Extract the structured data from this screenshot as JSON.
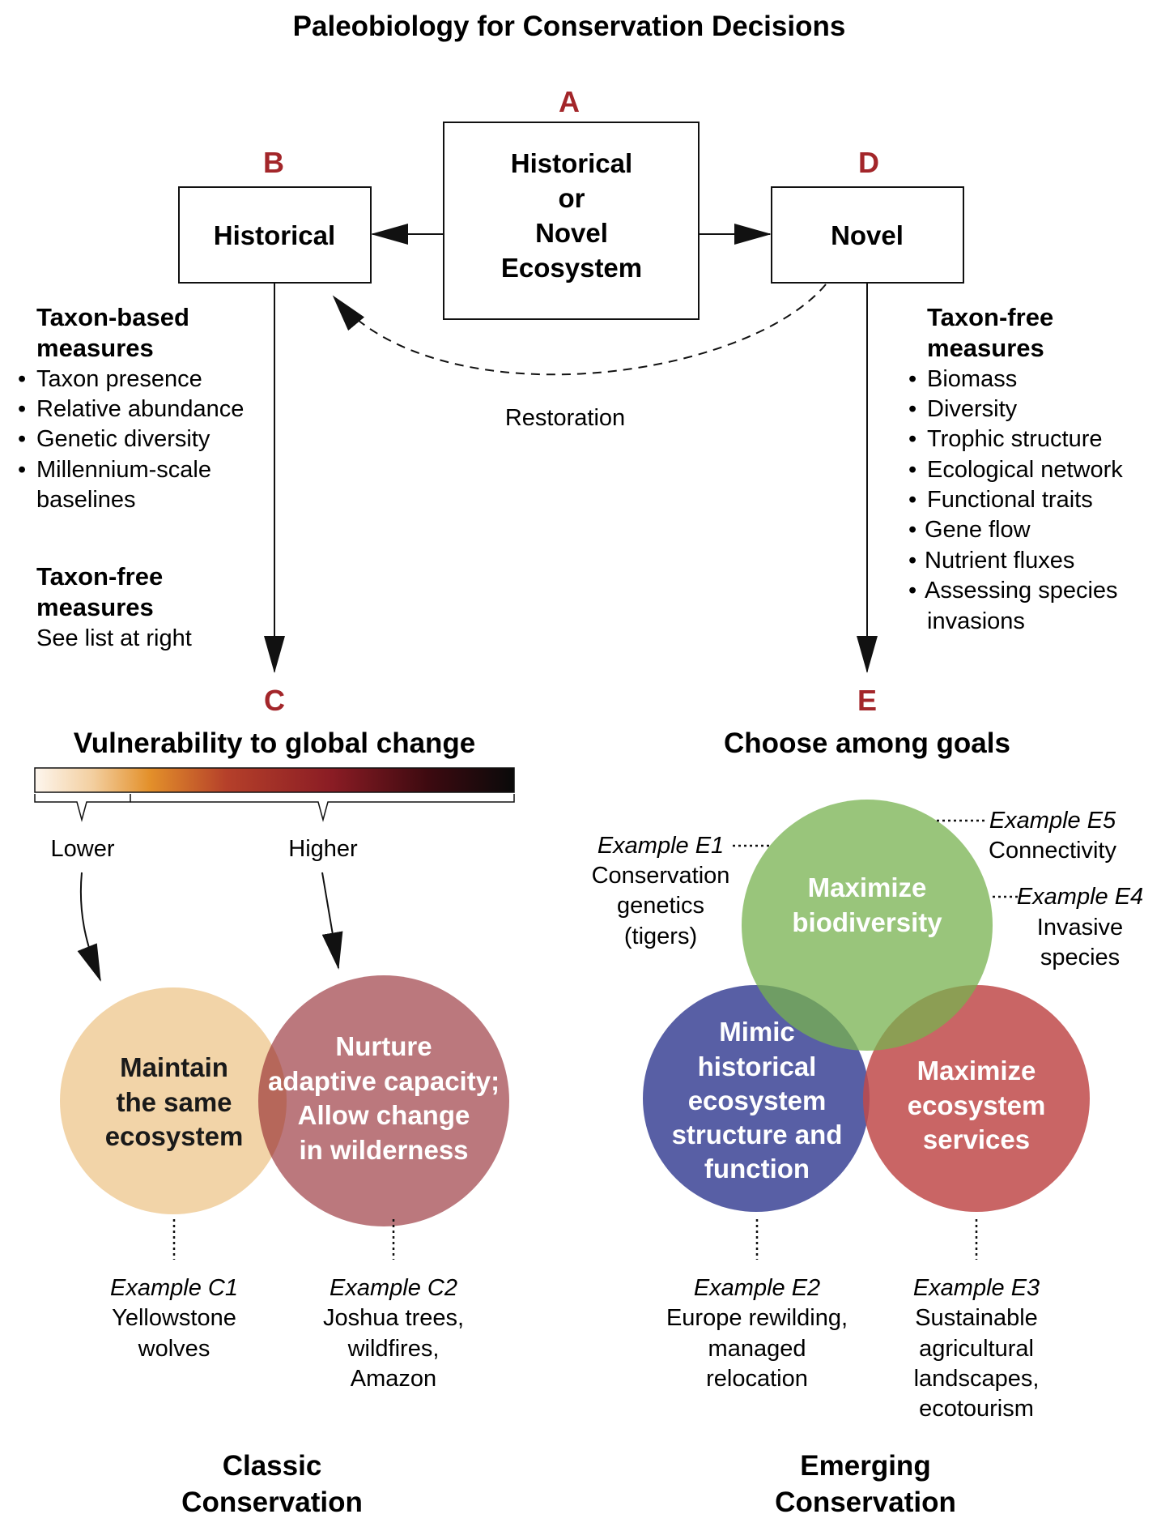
{
  "title": "Paleobiology for Conservation Decisions",
  "nodes": {
    "A": {
      "letter": "A",
      "lines": [
        "Historical",
        "or",
        "Novel",
        "Ecosystem"
      ]
    },
    "B": {
      "letter": "B",
      "label": "Historical"
    },
    "C": {
      "letter": "C",
      "heading": "Vulnerability to global change"
    },
    "D": {
      "letter": "D",
      "label": "Novel"
    },
    "E": {
      "letter": "E",
      "heading": "Choose among goals"
    }
  },
  "restoration_label": "Restoration",
  "left_measures": {
    "taxon_based_heading": [
      "Taxon-based",
      "measures"
    ],
    "taxon_based_items": [
      "Taxon presence",
      "Relative abundance",
      "Genetic diversity",
      "Millennium-scale",
      "baselines"
    ],
    "taxon_free_heading": [
      "Taxon-free",
      "measures"
    ],
    "taxon_free_note": "See list at right"
  },
  "right_measures": {
    "heading": [
      "Taxon-free",
      "measures"
    ],
    "items": [
      "Biomass",
      "Diversity",
      "Trophic structure",
      "Ecological network",
      "Functional traits",
      "Gene flow",
      "Nutrient fluxes",
      "Assessing species",
      "invasions"
    ]
  },
  "vulnerability_scale": {
    "lower": "Lower",
    "higher": "Higher",
    "colors": [
      "#fdf6ee",
      "#f3cfa0",
      "#e3902a",
      "#b5402a",
      "#8a1c24",
      "#3d0a10",
      "#0a0a0a"
    ]
  },
  "classic": {
    "circle_left": {
      "lines": [
        "Maintain",
        "the same",
        "ecosystem"
      ],
      "color": "#f2d4a8"
    },
    "circle_right": {
      "lines": [
        "Nurture",
        "adaptive capacity;",
        "Allow change",
        "in wilderness"
      ],
      "color": "#8e1e27"
    },
    "example_c1": {
      "label": "Example C1",
      "lines": [
        "Yellowstone",
        "wolves"
      ]
    },
    "example_c2": {
      "label": "Example C2",
      "lines": [
        "Joshua trees,",
        "wildfires,",
        "Amazon"
      ]
    },
    "footer": [
      "Classic",
      "Conservation"
    ]
  },
  "emerging": {
    "circle_top": {
      "lines": [
        "Maximize",
        "biodiversity"
      ],
      "color": "#77b24f"
    },
    "circle_left": {
      "lines": [
        "Mimic",
        "historical",
        "ecosystem",
        "structure and",
        "function"
      ],
      "color": "#4f56a0"
    },
    "circle_right": {
      "lines": [
        "Maximize",
        "ecosystem",
        "services"
      ],
      "color": "#c04a4a"
    },
    "example_e1": {
      "label": "Example E1",
      "lines": [
        "Conservation",
        "genetics",
        "(tigers)"
      ]
    },
    "example_e2": {
      "label": "Example E2",
      "lines": [
        "Europe rewilding,",
        "managed",
        "relocation"
      ]
    },
    "example_e3": {
      "label": "Example E3",
      "lines": [
        "Sustainable",
        "agricultural",
        "landscapes,",
        "ecotourism"
      ]
    },
    "example_e4": {
      "label": "Example E4",
      "lines": [
        "Invasive",
        "species"
      ]
    },
    "example_e5": {
      "label": "Example E5",
      "lines": [
        "Connectivity"
      ]
    },
    "footer": [
      "Emerging",
      "Conservation"
    ]
  }
}
